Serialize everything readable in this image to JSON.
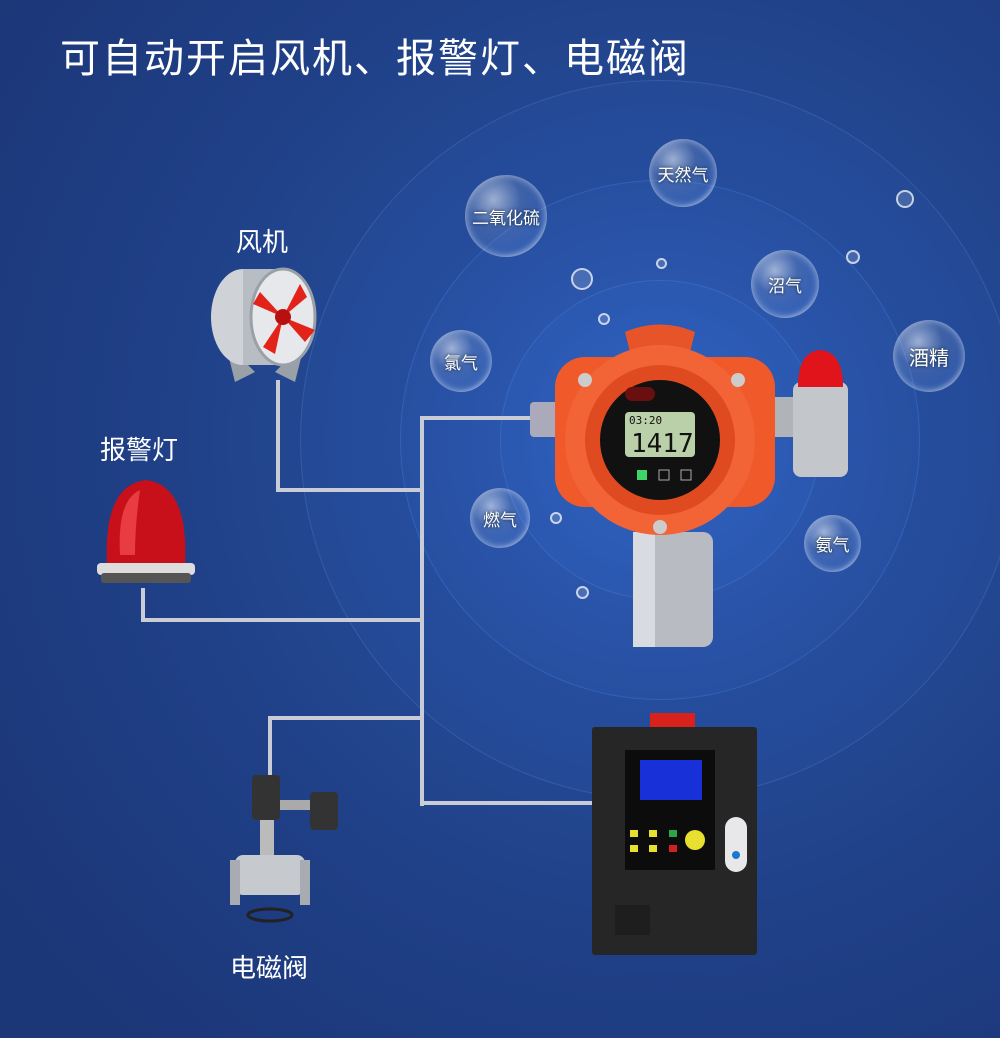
{
  "title": "可自动开启风机、报警灯、电磁阀",
  "devices": {
    "fan": "风机",
    "alarm_light": "报警灯",
    "solenoid_valve": "电磁阀"
  },
  "gases": [
    "二氧化硫",
    "天然气",
    "沼气",
    "酒精",
    "氯气",
    "燃气",
    "氨气"
  ],
  "detector": {
    "time": "03:20",
    "reading": "1417"
  },
  "colors": {
    "background": "#22468f",
    "housing": "#f05a2a",
    "wire": "#c9ccd6",
    "lcd": "#b9d0a8"
  }
}
